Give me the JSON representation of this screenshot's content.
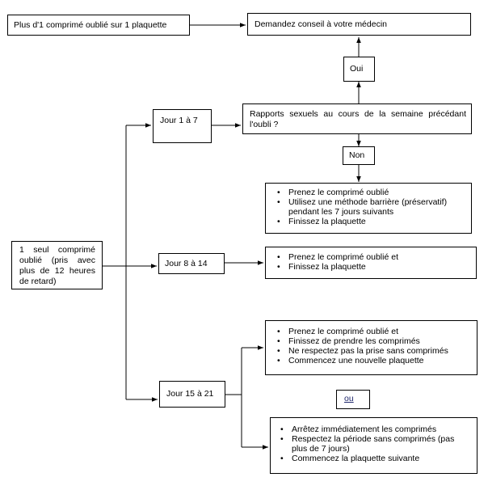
{
  "top_left": "Plus d'1 comprimé oublié sur 1 plaquette",
  "top_right": "Demandez conseil à votre médecin",
  "oui": "Oui",
  "non": "Non",
  "question": {
    "line1": "Rapports sexuels au cours de la semaine précédant",
    "line2": "l'oubli ?"
  },
  "start": {
    "lines": [
      "1 seul comprimé",
      "oublié (pris avec",
      "plus de 12 heures",
      "de retard)"
    ]
  },
  "days": {
    "d1": "Jour 1 à 7",
    "d2": "Jour 8 à 14",
    "d3": "Jour 15 à 21"
  },
  "box_1_7": [
    "Prenez le comprimé oublié",
    "Utilisez une méthode barrière (préservatif)",
    "pendant les 7 jours suivants",
    "Finissez la plaquette"
  ],
  "box_8_14": [
    "Prenez le comprimé oublié et",
    "Finissez la plaquette"
  ],
  "box_15_21_a": [
    "Prenez le comprimé oublié et",
    "Finissez de prendre les comprimés",
    "Ne respectez pas la prise sans comprimés",
    "Commencez une nouvelle plaquette"
  ],
  "ou": "ou",
  "box_15_21_b": [
    "Arrêtez immédiatement les comprimés",
    "Respectez la période sans comprimés (pas",
    "plus de 7 jours)",
    "Commencez la plaquette suivante"
  ]
}
